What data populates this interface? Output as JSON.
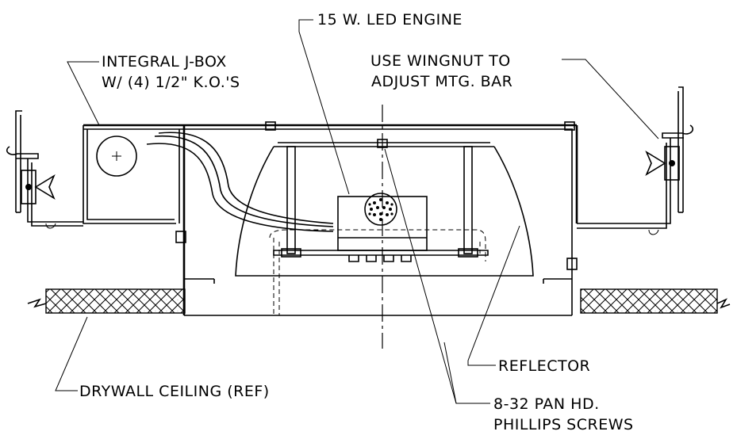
{
  "labels": {
    "led_engine": "15 W. LED ENGINE",
    "jbox_line1": "INTEGRAL J-BOX",
    "jbox_line2": "W/ (4) 1/2\" K.O.'S",
    "wingnut_line1": "USE WINGNUT TO",
    "wingnut_line2": "ADJUST MTG. BAR",
    "reflector": "REFLECTOR",
    "drywall": "DRYWALL CEILING (REF)",
    "screws_line1": "8-32 PAN HD.",
    "screws_line2": "PHILLIPS SCREWS"
  },
  "colors": {
    "line": "#000000",
    "background": "#ffffff"
  }
}
